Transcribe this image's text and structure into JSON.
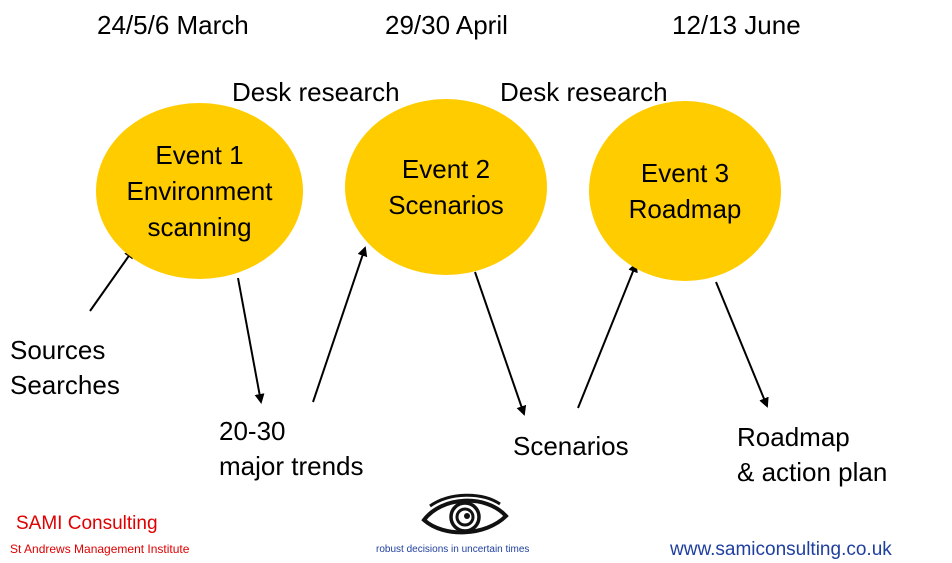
{
  "dates": [
    "24/5/6 March",
    "29/30 April",
    "12/13 June"
  ],
  "desk_research": [
    "Desk research",
    "Desk research"
  ],
  "events": [
    {
      "lines": [
        "Event 1",
        "Environment",
        "scanning"
      ]
    },
    {
      "lines": [
        "Event 2",
        "Scenarios"
      ]
    },
    {
      "lines": [
        "Event 3",
        "Roadmap"
      ]
    }
  ],
  "outputs": {
    "sources": [
      "Sources",
      "Searches"
    ],
    "trends": [
      "20-30",
      "major trends"
    ],
    "scenarios": "Scenarios",
    "roadmap": [
      "Roadmap",
      "& action plan"
    ]
  },
  "footer": {
    "company": "SAMI Consulting",
    "institute": "St Andrews Management Institute",
    "tagline": "robust decisions in uncertain times",
    "url": "www.samiconsulting.co.uk"
  },
  "colors": {
    "event_fill": "#FFCC00",
    "company": "#E00000",
    "url": "#1F3F9F"
  },
  "icons": {
    "logo": "eye-spiral-icon"
  }
}
